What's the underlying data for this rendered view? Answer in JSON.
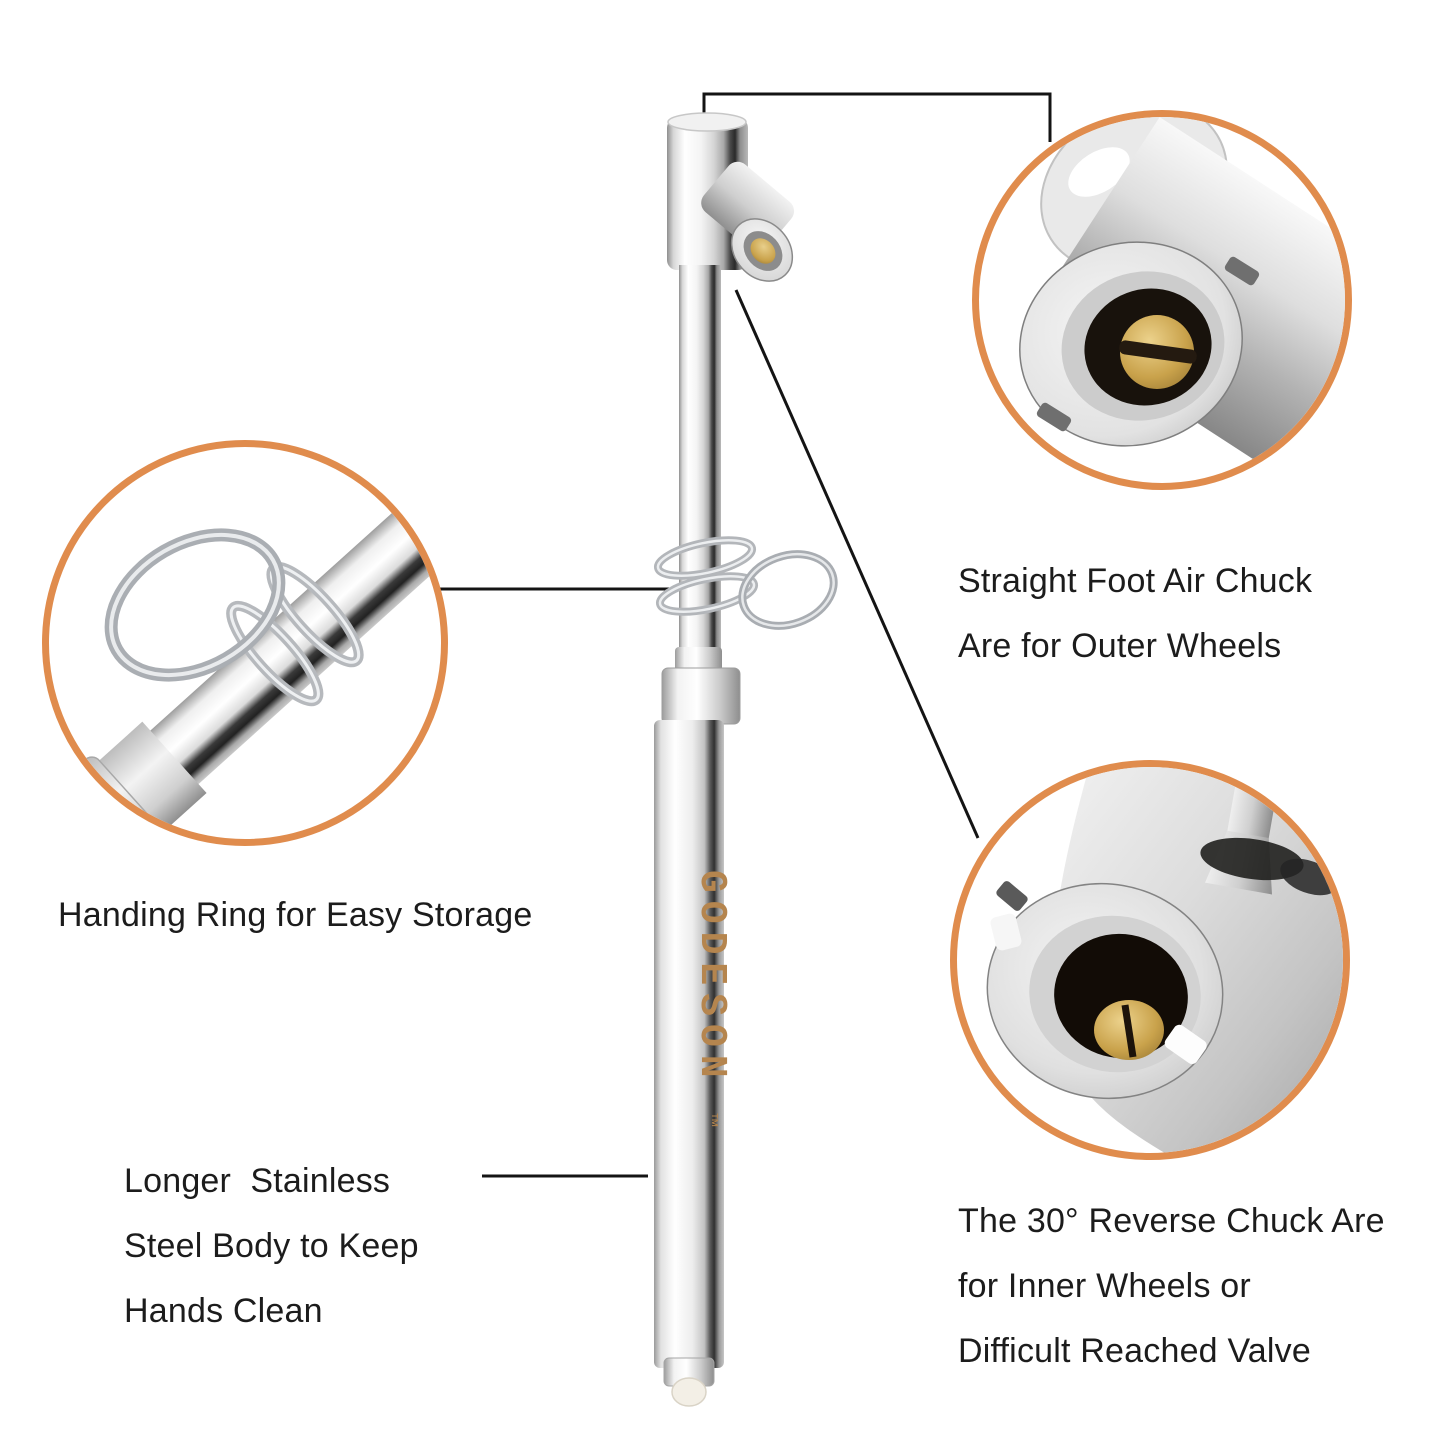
{
  "colors": {
    "background": "#FFFFFF",
    "accent_orange": "#E08C4D",
    "text": "#1C1C1C",
    "brand_gold": "#B5854E",
    "brass": "#C9A24B",
    "leader_line": "#141414"
  },
  "brand": {
    "name": "GODESON",
    "trademark": "™"
  },
  "annotations": {
    "straight_chuck": {
      "lines": [
        "Straight Foot Air Chuck",
        "Are for Outer Wheels"
      ]
    },
    "hanging_ring": {
      "lines": [
        "Handing Ring for Easy Storage"
      ]
    },
    "steel_body": {
      "lines": [
        "Longer  Stainless",
        "Steel Body to Keep",
        "Hands Clean"
      ]
    },
    "reverse_chuck": {
      "lines": [
        "The 30° Reverse Chuck Are",
        "for Inner Wheels or",
        "Difficult Reached Valve"
      ]
    }
  },
  "callouts": [
    {
      "id": "hanging-ring-closeup",
      "feature": "Hanging ring on gauge shaft"
    },
    {
      "id": "straight-chuck-closeup",
      "feature": "Straight foot air chuck opening with brass valve pin"
    },
    {
      "id": "reverse-chuck-closeup",
      "feature": "30 degree reverse chuck opening with brass valve pin"
    }
  ]
}
